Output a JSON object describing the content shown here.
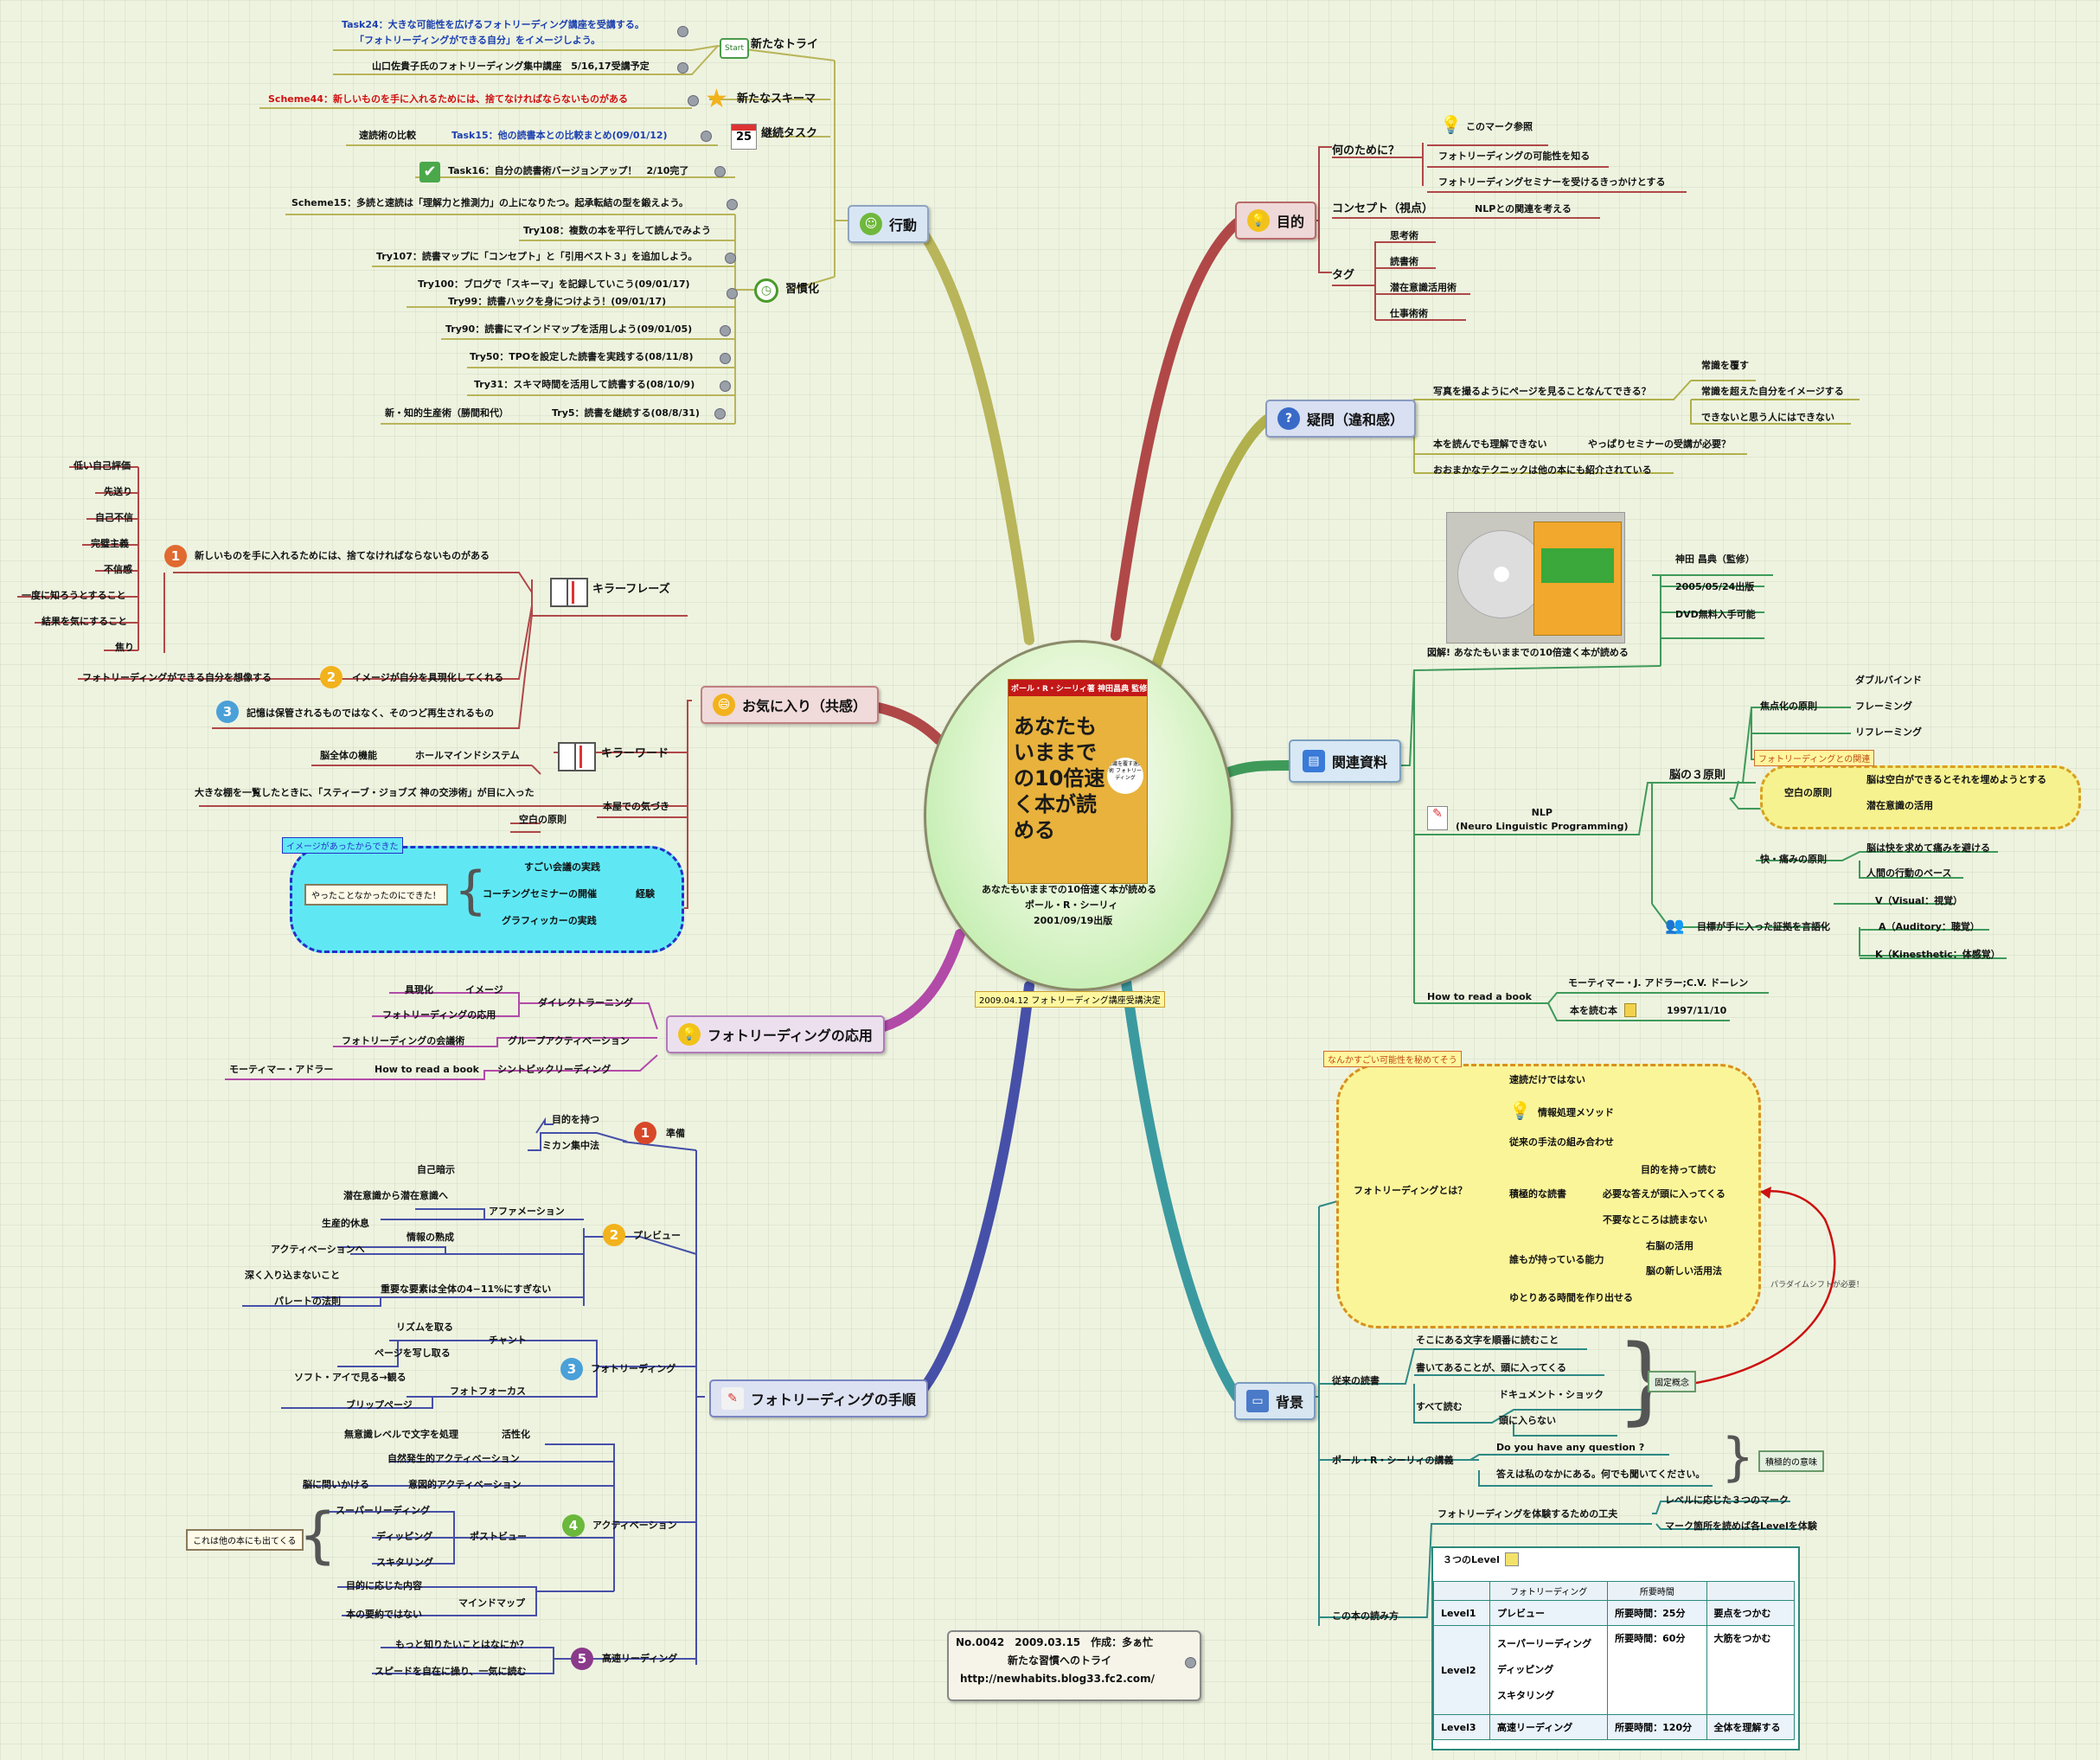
{
  "center": {
    "book_author_cover": "ポール・R・シーリィ著 神田昌典 監修",
    "book_title_cover": "あなたもいままでの10倍速く本が読める",
    "cover_badge": "常識を覆す速読術 フォトリーディング",
    "caption_line1": "あなたもいままでの10倍速く本が読める",
    "caption_line2": "ポール・R・シーリィ",
    "caption_line3": "2001/09/19出版",
    "decision_note": "2009.04.12 フォトリーディング講座受講決定"
  },
  "footer": {
    "line1": "No.0042　2009.03.15　作成：多ぁ忙",
    "line2": "新たな習慣へのトライ",
    "line3": "http://newhabits.blog33.fc2.com/"
  },
  "action": {
    "title": "行動",
    "new_try": {
      "label": "新たなトライ",
      "icon_text": "Start",
      "items": [
        "Task24：大きな可能性を広げるフォトリーディング講座を受講する。",
        "「フォトリーディングができる自分」をイメージしよう。",
        "山口佐貴子氏のフォトリーディング集中講座　5/16,17受講予定"
      ]
    },
    "new_schema": {
      "label": "新たなスキーマ",
      "item": "Scheme44：新しいものを手に入れるためには、捨てなければならないものがある"
    },
    "continuing": {
      "label": "継続タスク",
      "calendar": "25",
      "left": "速読術の比較",
      "item": "Task15：他の読書本との比較まとめ(09/01/12)"
    },
    "task16": "Task16：自分の読書術バージョンアップ！　2/10完了",
    "habit": {
      "label": "習慣化",
      "items": [
        "Scheme15：多読と速読は「理解力と推測力」の上になりたつ。起承転結の型を鍛えよう。",
        "Try108：複数の本を平行して読んでみよう",
        "Try107：読書マップに「コンセプト」と「引用ベスト３」を追加しよう。",
        "Try100：ブログで「スキーマ」を記録していこう(09/01/17)",
        "Try99：読書ハックを身につけよう！(09/01/17)",
        "Try90：読書にマインドマップを活用しよう(09/01/05)",
        "Try50：TPOを設定した読書を実践する(08/11/8)",
        "Try31：スキマ時間を活用して読書する(08/10/9)",
        "Try5：読書を継続する(08/8/31)"
      ],
      "try5_left": "新・知的生産術（勝間和代）"
    }
  },
  "favorite": {
    "title": "お気に入り（共感）",
    "killer_phrase": "キラーフレーズ",
    "p1": "新しいものを手に入れるためには、捨てなければならないものがある",
    "p1_items": [
      "低い自己評価",
      "先送り",
      "自己不信",
      "完璧主義",
      "不信感",
      "一度に知ろうとすること",
      "結果を気にすること",
      "焦り"
    ],
    "p2": "イメージが自分を具現化してくれる",
    "p2_left": "フォトリーディングができる自分を想像する",
    "p3": "記憶は保管されるものではなく、そのつど再生されるもの",
    "killer_word": "キラーワード",
    "kw_item": "ホールマインドシステム",
    "kw_left": "脳全体の機能",
    "heya": "本屋での気づき",
    "heya_item": "大きな棚を一覧したときに、「スティーブ・ジョブズ 神の交渉術」が目に入った",
    "blank": "空白の原則",
    "cloud_tag": "イメージがあったからできた",
    "exp": "経験",
    "exp_items": [
      "すごい会議の実践",
      "コーチングセミナーの開催",
      "グラフィッカーの実践"
    ],
    "exp_note": "やったことなかったのにできた！"
  },
  "application": {
    "title": "フォトリーディングの応用",
    "items": [
      {
        "label": "ダイレクトラーニング",
        "children": [
          "イメージ",
          "フォトリーディングの応用"
        ],
        "left": "具現化"
      },
      {
        "label": "グループアクティベーション",
        "children": [
          "フォトリーディングの会議術"
        ]
      },
      {
        "label": "シントピックリーディング",
        "children": [
          "How to read a book"
        ],
        "left": "モーティマー・アドラー"
      }
    ]
  },
  "procedure": {
    "title": "フォトリーディングの手順",
    "s1": {
      "label": "準備",
      "items": [
        "目的を持つ",
        "ミカン集中法"
      ]
    },
    "s2": {
      "label": "プレビュー",
      "affirm": "アファメーション",
      "affirm_items": [
        "自己暗示",
        "潜在意識から潜在意識へ"
      ],
      "info": "情報の熟成",
      "info_items": [
        "生産的休息",
        "アクティベーションへ"
      ],
      "key": "重要な要素は全体の4−11%にすぎない",
      "key_items": [
        "深く入り込まないこと",
        "パレートの法則"
      ]
    },
    "s3": {
      "label": "フォトリーディング",
      "chant": "チャント",
      "chant_items": [
        "リズムを取る",
        "ページを写し取る"
      ],
      "focus": "フォトフォーカス",
      "focus_items": [
        "ソフト・アイで見る→観る",
        "ブリップページ"
      ]
    },
    "s4": {
      "label": "アクティベーション",
      "act": "活性化",
      "act_left": "無意識レベルで文字を処理",
      "items": [
        "自然発生的アクティベーション",
        "意図的アクティベーション"
      ],
      "intent_left": "脳に問いかける",
      "post": "ポストビュー",
      "post_items": [
        "スーパーリーディング",
        "ディッピング",
        "スキタリング"
      ],
      "post_note": "これは他の本にも出てくる",
      "mm": "マインドマップ",
      "mm_items": [
        "目的に応じた内容",
        "本の要約ではない"
      ]
    },
    "s5": {
      "label": "高速リーディング",
      "items": [
        "もっと知りたいことはなにか？",
        "スピードを自在に操り、一気に読む"
      ]
    }
  },
  "purpose": {
    "title": "目的",
    "why": "何のために？",
    "why_items": [
      "このマーク参照",
      "フォトリーディングの可能性を知る",
      "フォトリーディングセミナーを受けるきっかけとする"
    ],
    "concept": "コンセプト（視点）",
    "concept_item": "NLPとの関連を考える",
    "tag": "タグ",
    "tag_items": [
      "思考術",
      "読書術",
      "潜在意識活用術",
      "仕事術術"
    ]
  },
  "doubt": {
    "title": "疑問（違和感）",
    "q1": "写真を撮るようにページを見ることなんてできる？",
    "q1_items": [
      "常識を覆す",
      "常識を超えた自分をイメージする",
      "できないと思う人にはできない"
    ],
    "q2": "本を読んでも理解できない",
    "q2_item": "やっぱりセミナーの受講が必要？",
    "q3": "おおまかなテクニックは他の本にも紹介されている"
  },
  "related": {
    "title": "関連資料",
    "dvd": "図解! あなたもいままでの10倍速く本が読める",
    "dvd_items": [
      "神田 昌典（監修）",
      "2005/05/24出版",
      "DVD無料入手可能"
    ],
    "nlp": "NLP\n(Neuro Linguistic Programming)",
    "brain": "脳の３原則",
    "focus": "焦点化の原則",
    "focus_items": [
      "ダブルバインド",
      "フレーミング",
      "リフレーミング"
    ],
    "blank": "空白の原則",
    "blank_tag": "フォトリーディングとの関連",
    "blank_items": [
      "脳は空白ができるとそれを埋めようとする",
      "潜在意識の活用"
    ],
    "pleasure": "快・痛みの原則",
    "pleasure_items": [
      "脳は快を求めて痛みを避ける",
      "人間の行動のベース"
    ],
    "goal": "目標が手に入った証拠を言語化",
    "goal_items": [
      "V（Visual：視覚）",
      "A（Auditory：聴覚）",
      "K（Kinesthetic：体感覚）"
    ],
    "htr": "How to read a book",
    "htr_author": "モーティマー・J. アドラー;C.V. ドーレン",
    "htr_book": "本を読む本",
    "htr_date": "1997/11/10"
  },
  "background": {
    "title": "背景",
    "cloud_tag": "なんかすごい可能性を秘めてそう",
    "what": "フォトリーディングとは？",
    "what_items": [
      "速読だけではない",
      "情報処理メソッド",
      "従来の手法の組み合わせ"
    ],
    "active": "積極的な読書",
    "active_items": [
      "目的を持って読む",
      "必要な答えが頭に入ってくる",
      "不要なところは読まない"
    ],
    "ability": "誰もが持っている能力",
    "ability_items": [
      "右脳の活用",
      "脳の新しい活用法"
    ],
    "relax": "ゆとりある時間を作り出せる",
    "paradigm": "パラダイムシフトが必要！",
    "old": "従来の読書",
    "old_items": [
      "そこにある文字を順番に読むこと",
      "書いてあることが、頭に入ってくる"
    ],
    "all": "すべて読む",
    "all_items": [
      "ドキュメント・ショック",
      "頭に入らない"
    ],
    "fixed": "固定概念",
    "lecture": "ポール・R・シーリィの講義",
    "lecture_items": [
      "Do you have any question ?",
      "答えは私のなかにある。何でも聞いてください。"
    ],
    "strategic": "積極的の意味",
    "howto": "この本の読み方",
    "howto_q": "フォトリーディングを体験するための工夫",
    "howto_items": [
      "レベルに応じた３つのマーク",
      "マーク箇所を読めば各Levelを体験"
    ],
    "levels_title": "３つのLevel",
    "levels_header": [
      "",
      "フォトリーディング",
      "所要時間",
      ""
    ],
    "levels": [
      {
        "name": "Level1",
        "methods": [
          "プレビュー"
        ],
        "time": "所要時間：25分",
        "goal": "要点をつかむ"
      },
      {
        "name": "Level2",
        "methods": [
          "スーパーリーディング",
          "ディッピング",
          "スキタリング"
        ],
        "time": "所要時間：60分",
        "goal": "大筋をつかむ"
      },
      {
        "name": "Level3",
        "methods": [
          "高速リーディング"
        ],
        "time": "所要時間：120分",
        "goal": "全体を理解する"
      }
    ]
  },
  "colors": {
    "action": "#b8b65a",
    "purpose": "#b24a4a",
    "doubt": "#b0b04c",
    "related": "#3f9a5a",
    "background": "#3b9aa0",
    "procedure": "#4650a8",
    "application": "#b24aa8",
    "favorite": "#b04848"
  }
}
